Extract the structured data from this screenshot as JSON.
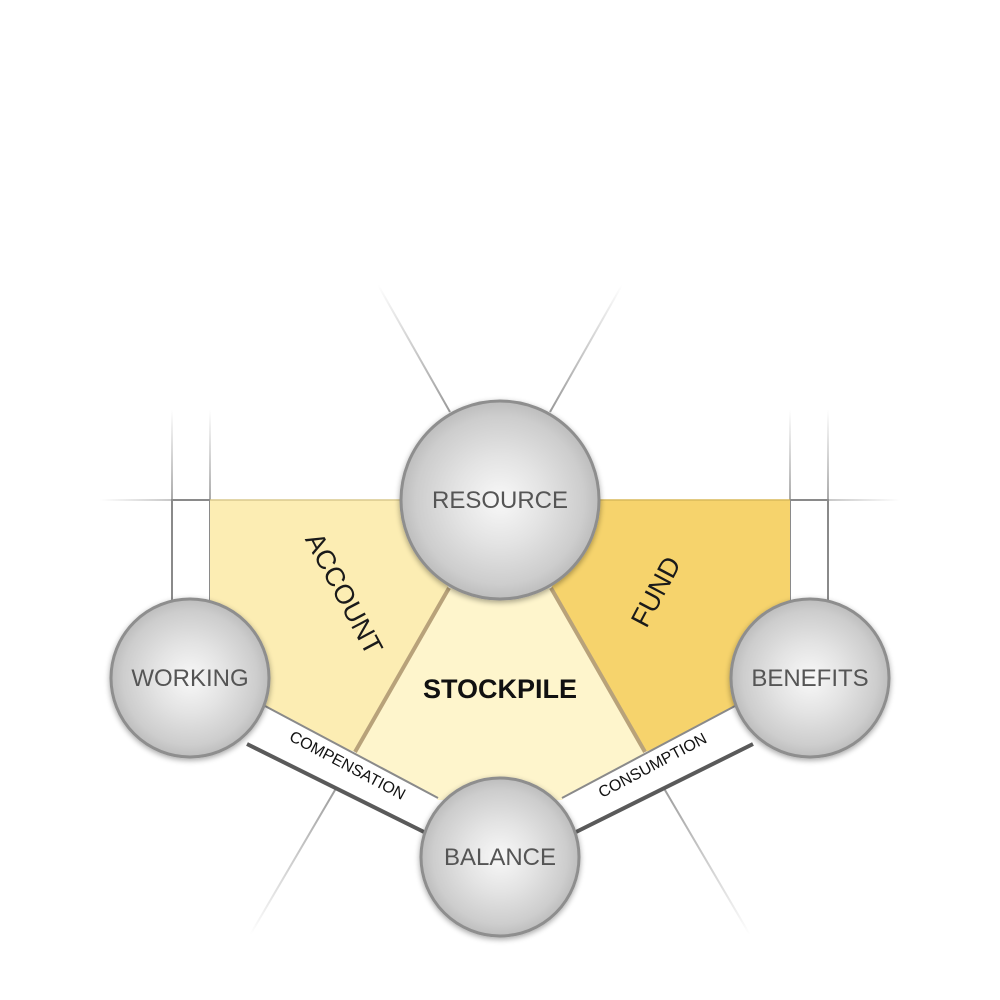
{
  "diagram": {
    "nodes": {
      "resource": "RESOURCE",
      "working": "WORKING",
      "benefits": "BENEFITS",
      "balance": "BALANCE"
    },
    "center": "STOCKPILE",
    "regions": {
      "account": "ACCOUNT",
      "fund": "FUND"
    },
    "links": {
      "compensation": "COMPENSATION",
      "consumption": "CONSUMPTION"
    }
  },
  "colors": {
    "account_fill": "#FCEDB3",
    "stockpile_fill": "#FEF5CC",
    "fund_fill": "#F6D36C",
    "divider": "#B8A27A",
    "node_fill": "#DCDCDC",
    "node_stroke": "#8E8E8E"
  }
}
